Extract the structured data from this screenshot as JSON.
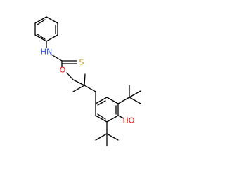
{
  "molecule": {
    "colors": {
      "bond": "#000000",
      "nitrogen": "#3050f8",
      "oxygen": "#ff0d0d",
      "sulfur": "#c8a400",
      "background": "#ffffff"
    },
    "atom_labels": {
      "amine": "HN",
      "ester_oxygen": "O",
      "thione_sulfur": "S",
      "phenol": "HO"
    }
  }
}
